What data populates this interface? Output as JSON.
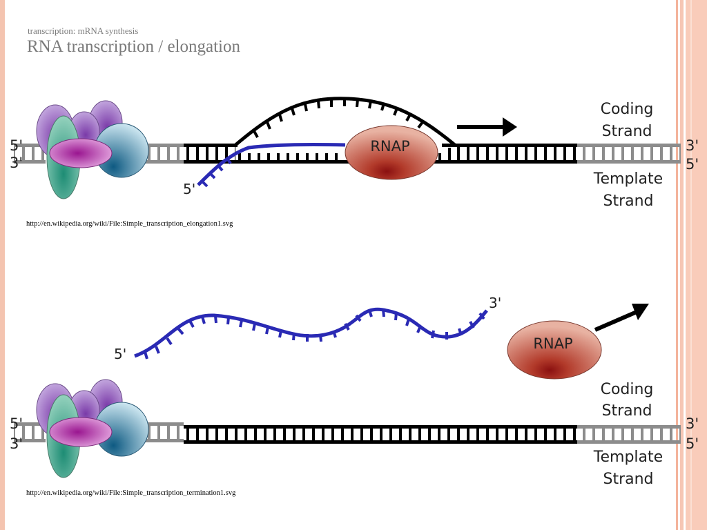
{
  "header": {
    "subtitle": "transcription: mRNA synthesis",
    "title": "RNA transcription / elongation"
  },
  "elongation": {
    "label_5prime_left": "5'",
    "label_3prime_left": "3'",
    "label_5prime_rna": "5'",
    "rnap_label": "RNAP",
    "coding_strand_line1": "Coding",
    "coding_strand_line2": "Strand",
    "template_strand_line1": "Template",
    "template_strand_line2": "Strand",
    "label_3prime_right": "3'",
    "label_5prime_right": "5'",
    "caption": "http://en.wikipedia.org/wiki/File:Simple_transcription_elongation1.svg"
  },
  "termination": {
    "label_5prime_rna": "5'",
    "label_3prime_rna": "3'",
    "rnap_label": "RNAP",
    "coding_strand_line1": "Coding",
    "coding_strand_line2": "Strand",
    "template_strand_line1": "Template",
    "template_strand_line2": "Strand",
    "label_5prime_left": "5'",
    "label_3prime_left": "3'",
    "label_3prime_right": "3'",
    "label_5prime_right": "5'",
    "caption": "http://en.wikipedia.org/wiki/File:Simple_transcription_termination1.svg"
  },
  "colors": {
    "dna_gray": "#8c8c8c",
    "dna_black": "#000000",
    "rna_blue": "#2a2ab4",
    "rnap_red": "#b23a2a",
    "band_pink": "#f5c0aa",
    "band_salmon": "#f4b49c"
  }
}
